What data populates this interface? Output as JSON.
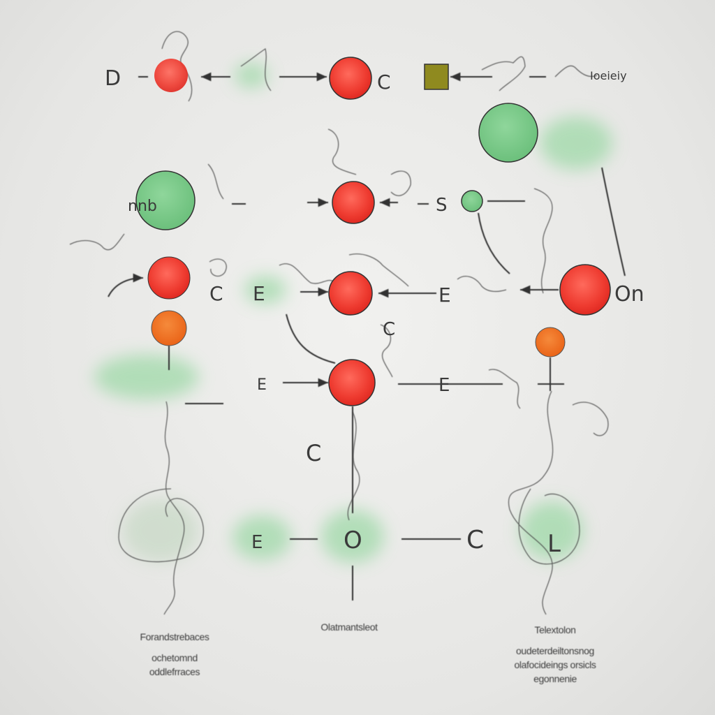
{
  "colors": {
    "red_node": "#ee3b30",
    "green_node": "#7cc98a",
    "orange_node": "#ee6f1e",
    "olive_box": "#8f8a1f",
    "ink": "#333333",
    "green_glow": "#9fd9a8"
  },
  "labels": {
    "top_d": "D",
    "top_c": "C",
    "top_right": "Ioeieiy",
    "mid_nnb": "nnb",
    "mid_s": "S",
    "mid_on": "On",
    "row3_c": "C",
    "row3_e": "E",
    "row3_e2": "E",
    "row4_e": "E",
    "row4_e2": "E",
    "row4_c": "C",
    "low_c": "C",
    "low_e": "E",
    "low_o": "O",
    "low_c2": "C",
    "low_l": "L"
  },
  "captions": {
    "left_line1": "Forandstrebaces",
    "left_line2": "ochetomnd",
    "left_line3": "oddlefrraces",
    "center_line1": "Olatmantsleot",
    "right_line1": "Telextolon",
    "right_line2": "oudeterdeiltonsnog",
    "right_line3": "olafocideings orsicls",
    "right_line4": "egonnenie"
  }
}
